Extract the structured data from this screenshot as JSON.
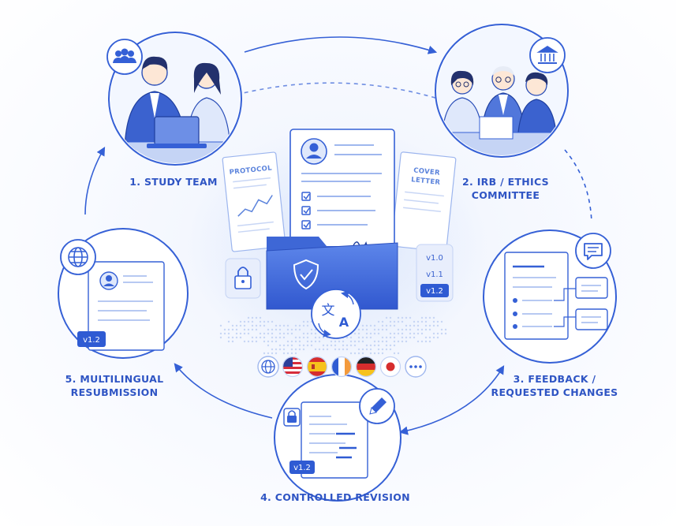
{
  "stages": {
    "study_team": "1. STUDY TEAM",
    "irb_line1": "2. IRB / ETHICS",
    "irb_line2": "COMMITTEE",
    "feedback_line1": "3. FEEDBACK /",
    "feedback_line2": "REQUESTED CHANGES",
    "revision": "4. CONTROLLED REVISION",
    "resub_line1": "5. MULTILINGUAL",
    "resub_line2": "RESUBMISSION"
  },
  "documents": {
    "protocol": "PROTOCOL",
    "cover_line1": "COVER",
    "cover_line2": "LETTER"
  },
  "versions": {
    "v10": "v1.0",
    "v11": "v1.1",
    "v12": "v1.2",
    "resub_badge": "v1.2",
    "revision_badge": "v1.2"
  },
  "languages": [
    "globe",
    "us-flag",
    "es-flag",
    "fr-flag",
    "de-flag",
    "jp-flag",
    "more"
  ],
  "icons": {
    "team": "team-icon",
    "irb": "institution-icon",
    "feedback": "comment-icon",
    "revision": "pencil-icon",
    "resub": "globe-icon",
    "translate": "translate-icon",
    "lock": "lock-icon",
    "shield": "shield-check-icon"
  },
  "colors": {
    "primary": "#2f5bd3",
    "light": "#dfe8fb",
    "stroke": "#3d66d8"
  }
}
